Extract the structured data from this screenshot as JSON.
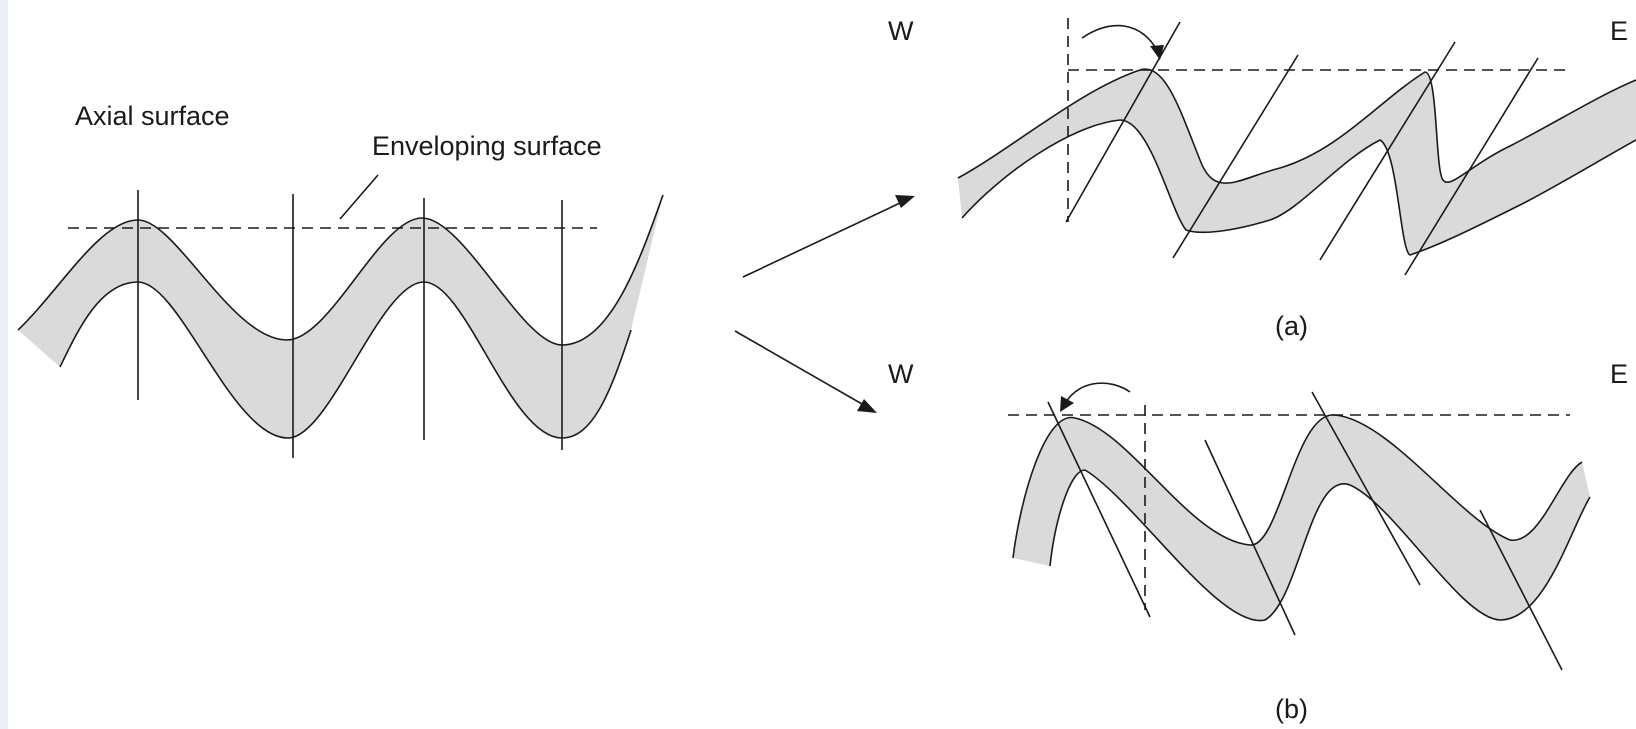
{
  "labels": {
    "axial_surface": "Axial surface",
    "enveloping_surface": "Enveloping surface",
    "west_a": "W",
    "east_a": "E",
    "caption_a": "(a)",
    "west_b": "W",
    "east_b": "E",
    "caption_b": "(b)"
  },
  "colors": {
    "layer_fill": "#dadada",
    "line": "#1a1a1a",
    "background": "#ffffff",
    "left_edge_strip": "#eceff7"
  }
}
